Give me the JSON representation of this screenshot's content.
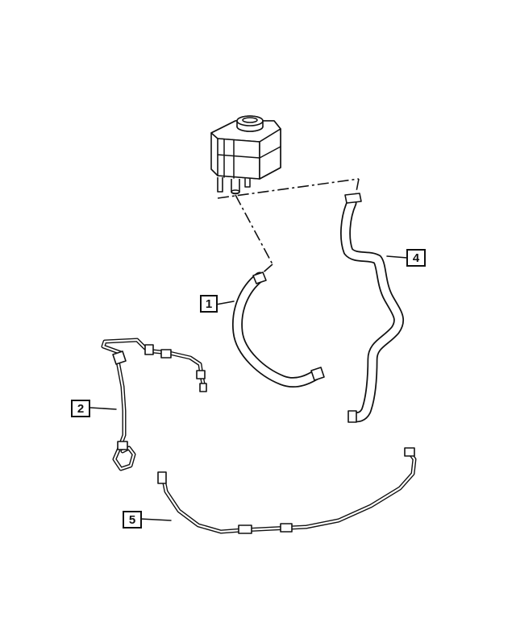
{
  "callouts": [
    {
      "id": "1",
      "label": "1"
    },
    {
      "id": "2",
      "label": "2"
    },
    {
      "id": "4",
      "label": "4"
    },
    {
      "id": "5",
      "label": "5"
    }
  ],
  "icons": {
    "reservoir": "power-steering-reservoir",
    "hose_1": "reservoir-return-hose",
    "hose_2": "pressure-line",
    "hose_4": "supply-hose",
    "hose_5": "return-line"
  }
}
